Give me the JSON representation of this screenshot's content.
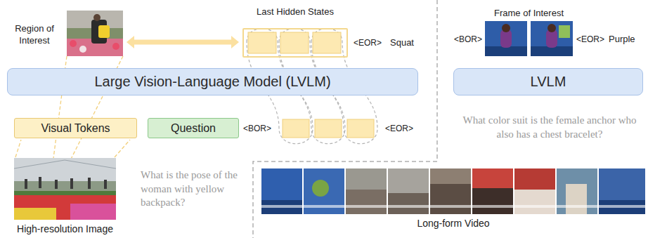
{
  "diagram": {
    "nodes": [
      {
        "text": [
          "Region of Interest"
        ]
      },
      {
        "text": [
          "Last Hidden States"
        ]
      },
      {
        "text": [
          "Large Vision-Language Model (LVLM)"
        ]
      },
      {
        "text": [
          "Visual Tokens"
        ]
      },
      {
        "text": [
          "Question"
        ]
      },
      {
        "text": [
          "High-resolution Image"
        ]
      },
      {
        "text": [
          "Frame of Interest"
        ]
      },
      {
        "text": [
          "LVLM"
        ]
      },
      {
        "text": [
          "Long-form Video"
        ]
      }
    ],
    "edges": [
      {
        "from": 0,
        "to": 1,
        "arrow": "both"
      }
    ],
    "labels": [
      "<EOR>",
      "Squat",
      "<BOR>",
      "<EOR>",
      "What is the pose of the woman with yellow backpack?",
      "<BOR>",
      "<EOR>",
      "Purple",
      "What color suit is the female anchor who also has a chest bracelet?"
    ]
  }
}
